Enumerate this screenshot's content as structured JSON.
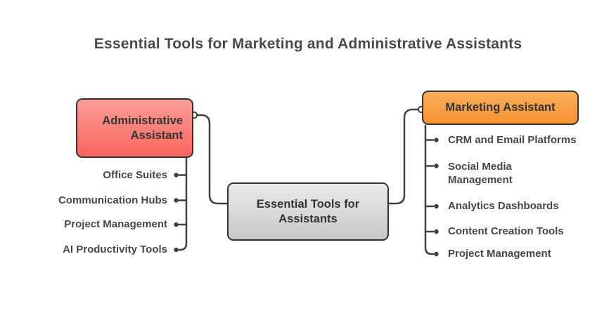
{
  "title": "Essential Tools for Marketing and Administrative Assistants",
  "root": {
    "label": "Essential Tools for Assistants"
  },
  "branches": {
    "administrative": {
      "label": "Administrative Assistant",
      "items": [
        "Office Suites",
        "Communication Hubs",
        "Project Management",
        "AI Productivity Tools"
      ]
    },
    "marketing": {
      "label": "Marketing Assistant",
      "items": [
        "CRM and Email Platforms",
        "Social Media Management",
        "Analytics Dashboards",
        "Content Creation Tools",
        "Project Management"
      ]
    }
  },
  "colors": {
    "admin_top": "#fb9e96",
    "admin_bottom": "#f8655c",
    "marketing_top": "#fbb05a",
    "marketing_bottom": "#f79232",
    "central_top": "#eaeaea",
    "central_bottom": "#c8c8c8",
    "line": "#404040",
    "node_border": "#333333",
    "node_text": "#333333",
    "item_text": "#474747",
    "title_text": "#4a4a4a"
  }
}
